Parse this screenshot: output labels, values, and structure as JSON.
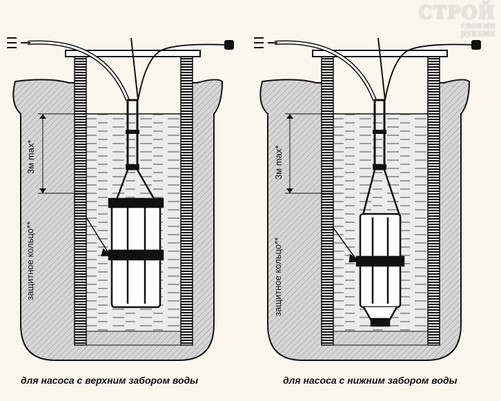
{
  "logo": {
    "line1": "СТРОЙ",
    "line2": "своими",
    "line3": "руками"
  },
  "panels": [
    {
      "caption": "для насоса с верхним забором воды",
      "depth_label": "3м max*",
      "ring_label": "защитное кольцо**",
      "intake": "upper"
    },
    {
      "caption": "для насоса с нижним забором воды",
      "depth_label": "3м max*",
      "ring_label": "защитное кольцо**",
      "intake": "lower"
    }
  ],
  "colors": {
    "background": "#fbf7ee",
    "concrete": "#d4d4d4",
    "water": "#e6e6e6",
    "line": "#111111"
  }
}
